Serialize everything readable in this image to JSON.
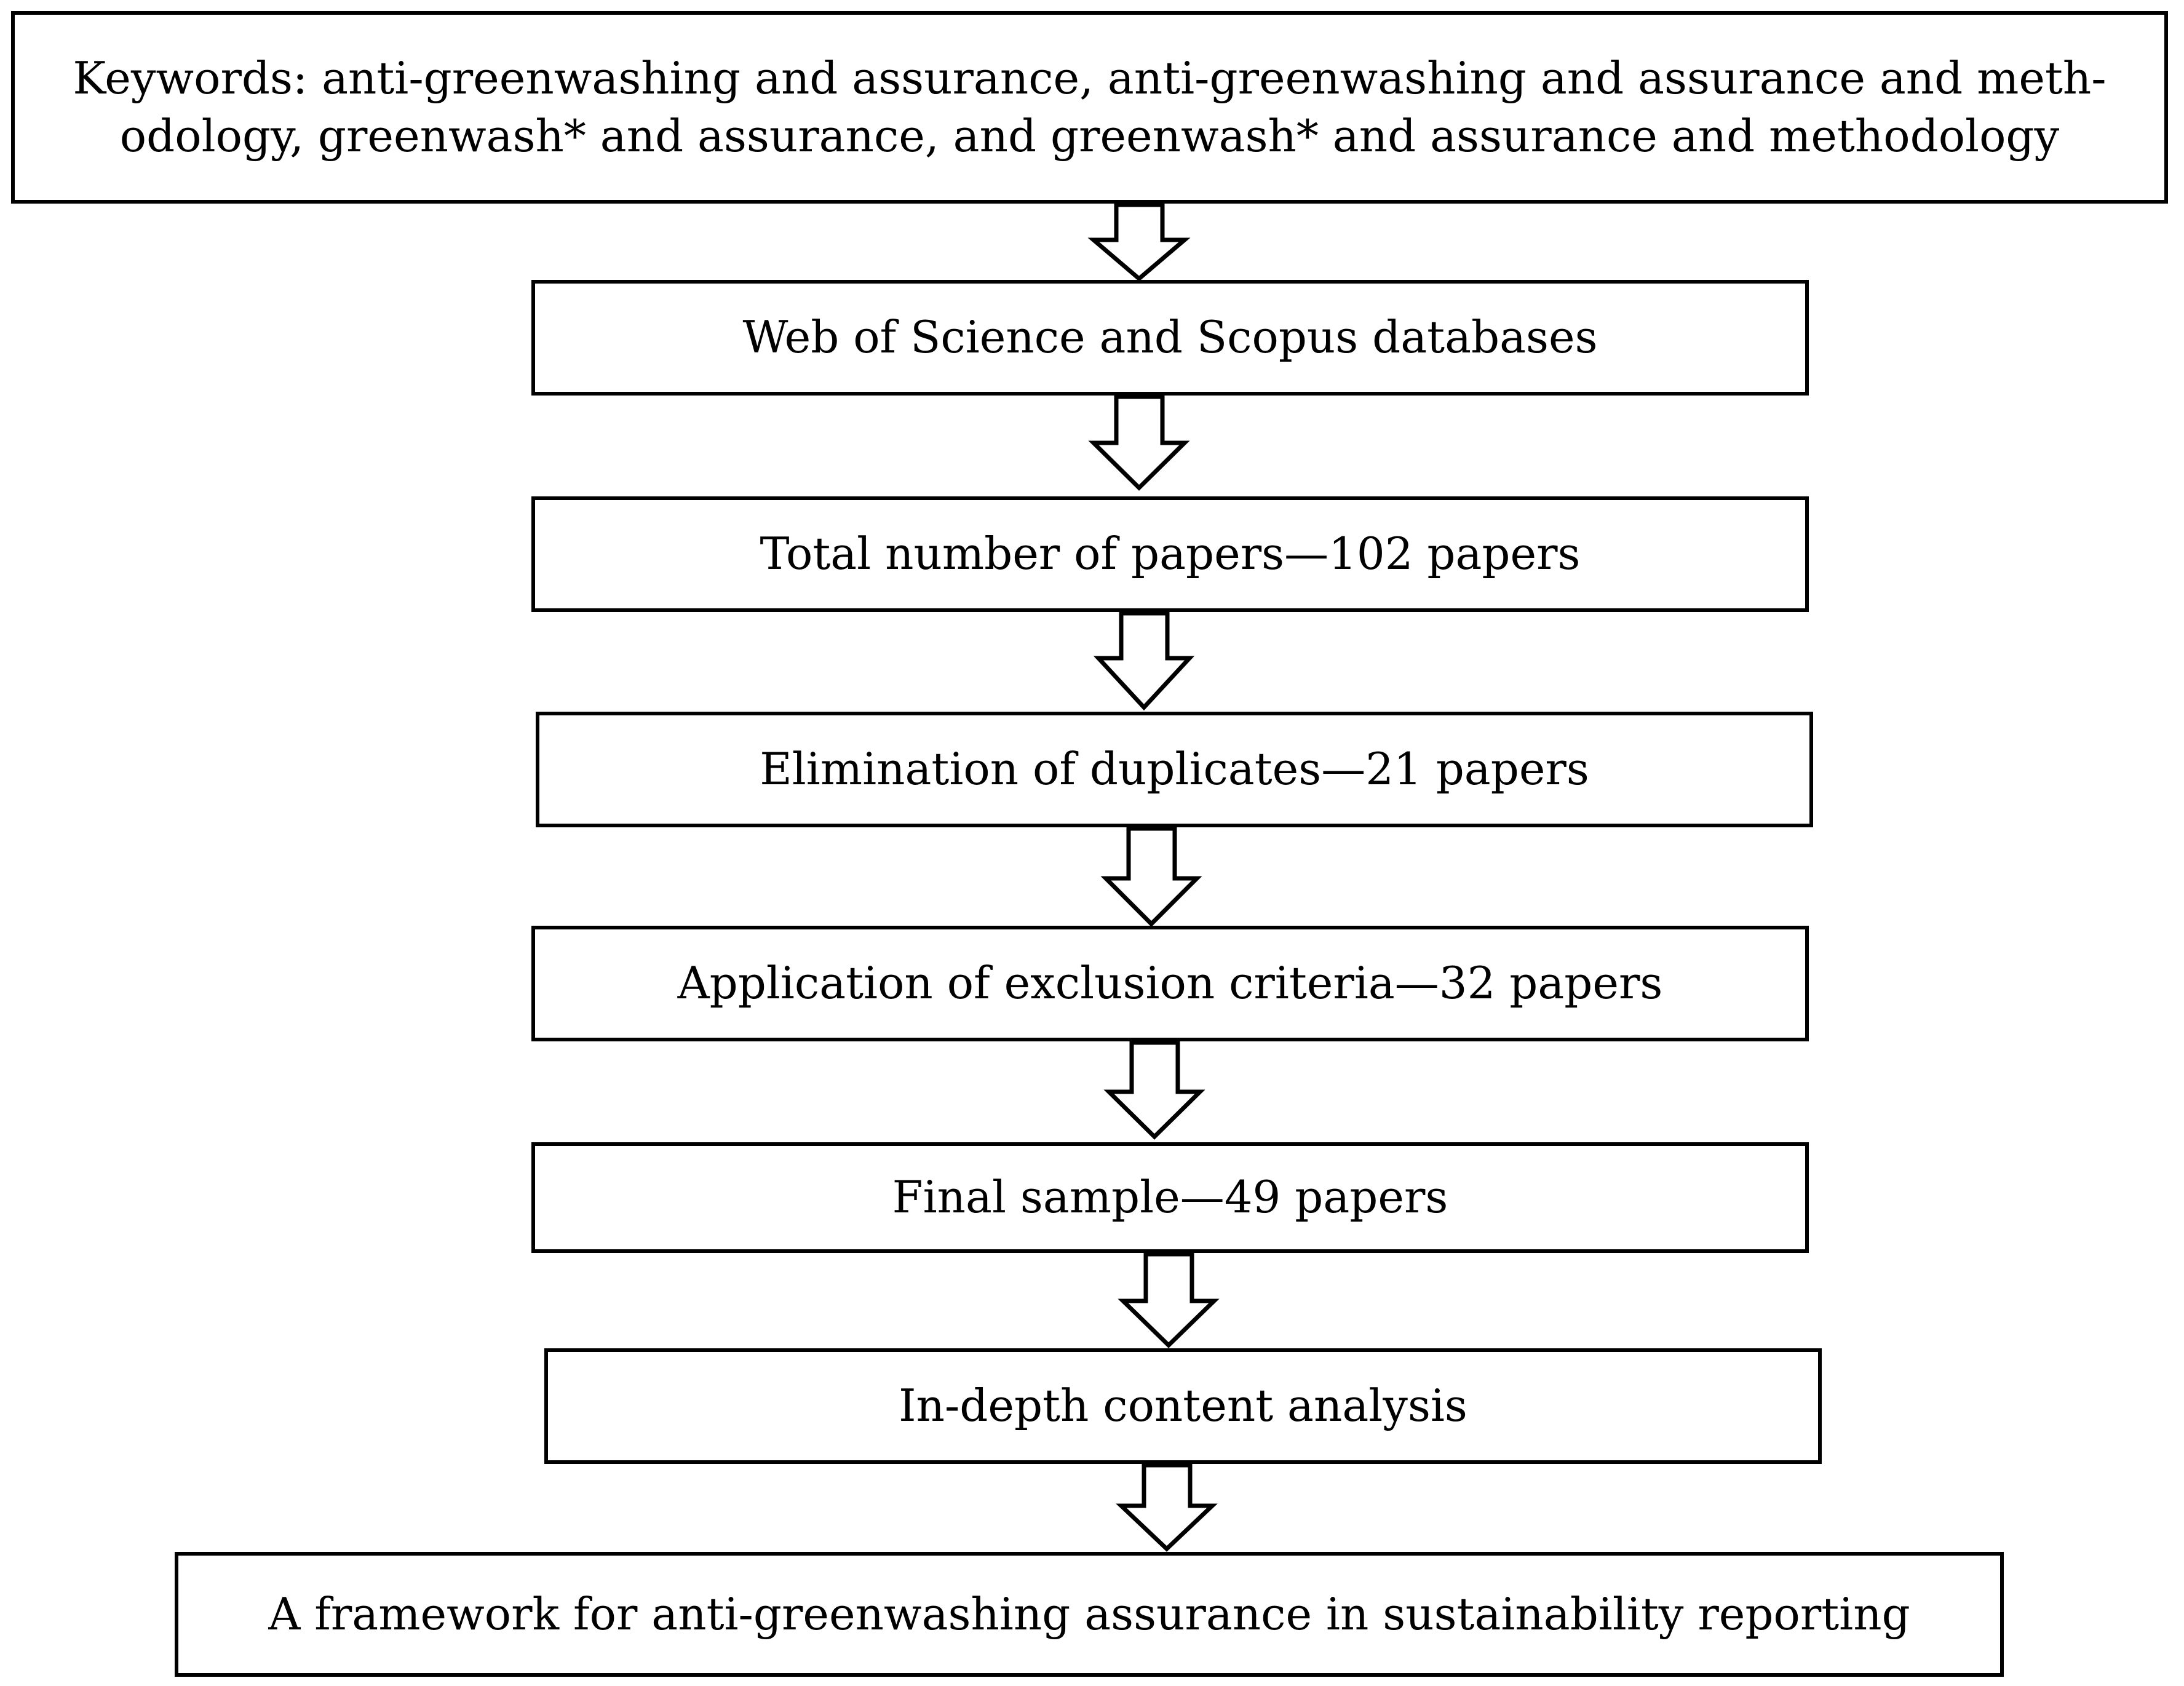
{
  "flow": {
    "steps": [
      "Keywords: anti-greenwashing and assurance, anti-greenwashing and assurance and methodology, greenwash* and assurance, and greenwash* and assurance and methodology",
      "Web of Science and Scopus databases",
      "Total number of papers—102 papers",
      "Elimination of duplicates—21 papers",
      "Application of exclusion criteria—32 papers",
      "Final sample—49 papers",
      "In-depth content analysis",
      "A framework for anti-greenwashing assurance in sustainability reporting"
    ],
    "keywords_line1": "Keywords: anti-greenwashing and assurance, anti-greenwashing and assurance and meth-",
    "keywords_line2": "odology, greenwash* and assurance, and greenwash* and assurance and methodology"
  },
  "colors": {
    "stroke": "#000000",
    "fill": "#ffffff"
  }
}
